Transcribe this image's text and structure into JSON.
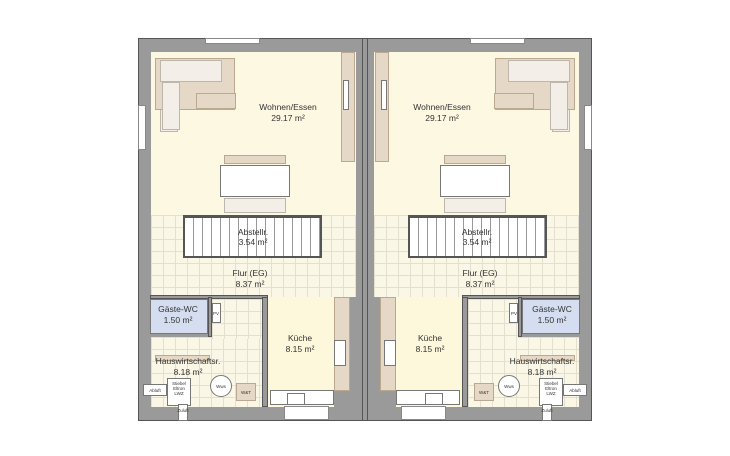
{
  "units": [
    {
      "side": "left"
    },
    {
      "side": "right"
    }
  ],
  "rooms": {
    "wohnen": {
      "name": "Wohnen/Essen",
      "area": "29.17 m²"
    },
    "abstell": {
      "name": "Abstellr.",
      "area": "3.54 m²"
    },
    "flur": {
      "name": "Flur (EG)",
      "area": "8.37 m²"
    },
    "wc": {
      "name": "Gäste-WC",
      "area": "1.50 m²"
    },
    "kueche": {
      "name": "Küche",
      "area": "8.15 m²"
    },
    "hwr": {
      "name": "Hauswirtschaftsr.",
      "area": "8.18 m²"
    }
  },
  "fixtures": {
    "lwz": "Stiebel Eltron LWZ",
    "abluft": "Abluft",
    "zuluft": "Zuluft",
    "wws": "Wws",
    "wt": "W&T",
    "pv": "PV"
  },
  "colors": {
    "wall": "#9a9a9a",
    "living": "#fdf8e2",
    "wc": "#d5def0",
    "furniture": "#e6d8c6"
  }
}
